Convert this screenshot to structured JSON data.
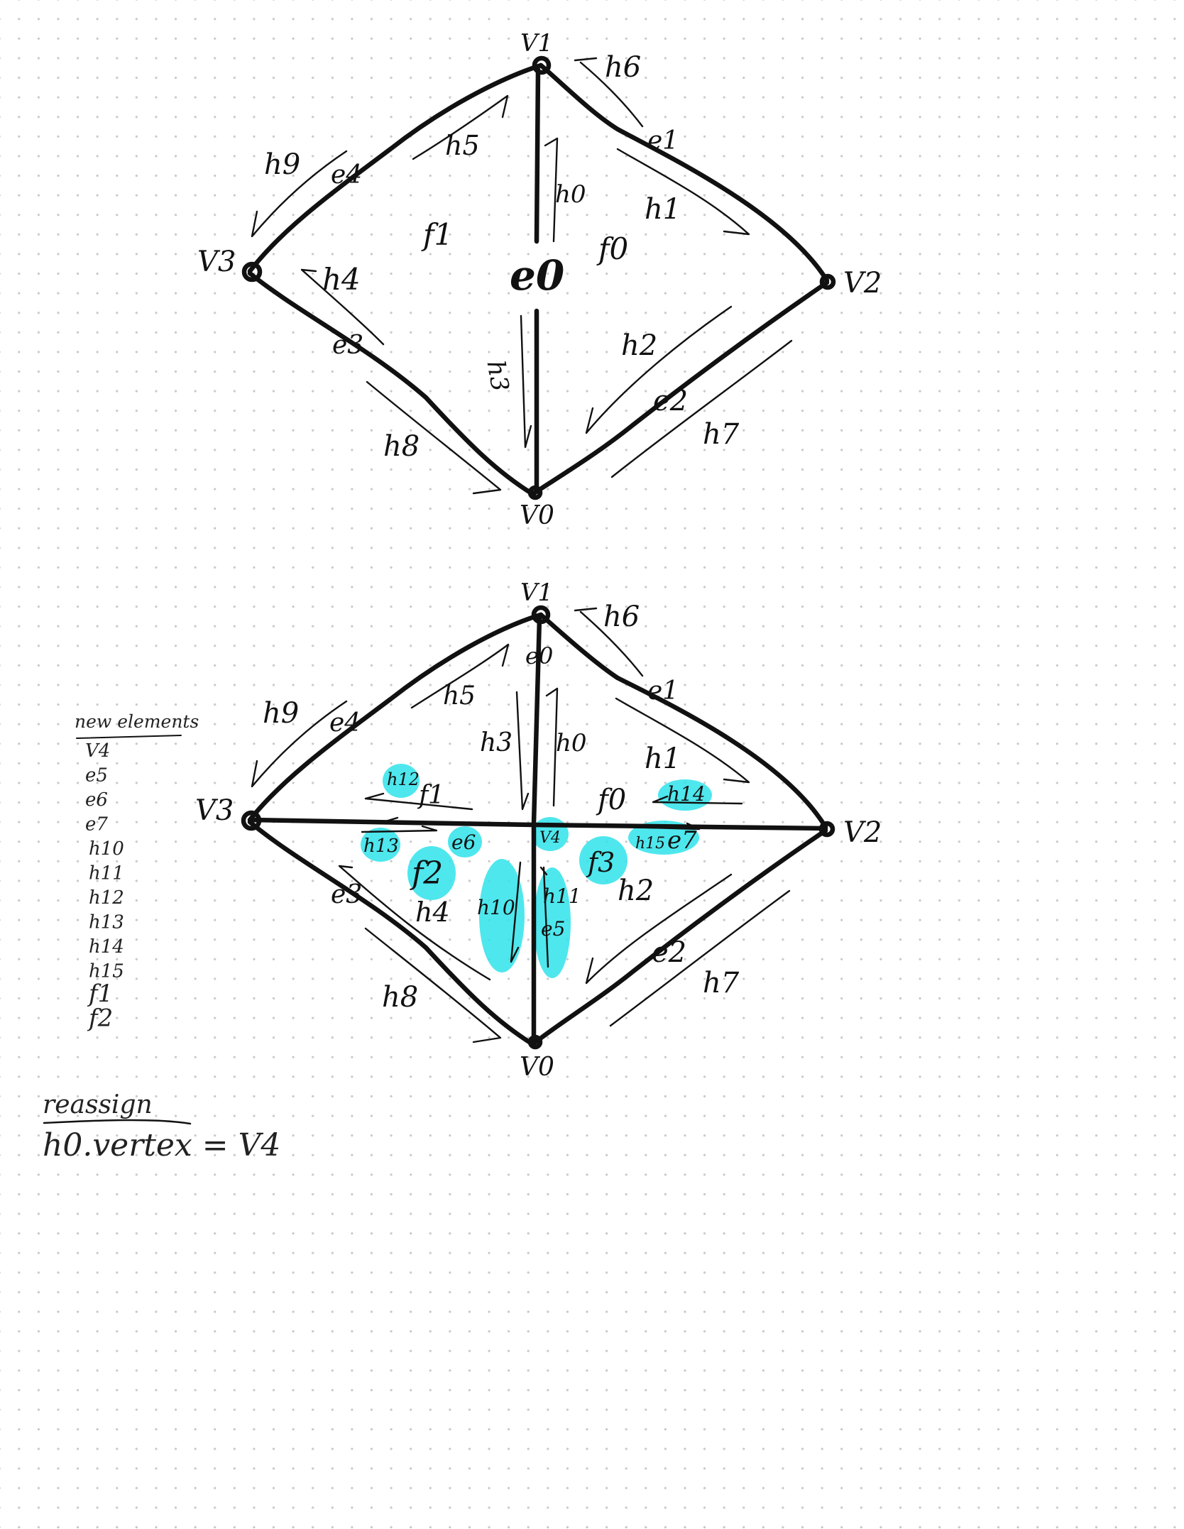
{
  "diagram_top": {
    "vertices": [
      "V1",
      "V2",
      "V3",
      "V0"
    ],
    "edges": [
      "e0",
      "e1",
      "e2",
      "e3",
      "e4"
    ],
    "faces": [
      "f0",
      "f1"
    ],
    "halfedges": [
      "h0",
      "h1",
      "h2",
      "h3",
      "h4",
      "h5",
      "h6",
      "h7",
      "h8",
      "h9"
    ]
  },
  "diagram_bottom": {
    "vertices": [
      "V1",
      "V2",
      "V3",
      "V0",
      "V4"
    ],
    "edges": [
      "e0",
      "e1",
      "e2",
      "e3",
      "e4",
      "e5",
      "e6",
      "e7"
    ],
    "faces": [
      "f0",
      "f1",
      "f2",
      "f3"
    ],
    "halfedges": [
      "h0",
      "h1",
      "h2",
      "h3",
      "h4",
      "h5",
      "h6",
      "h7",
      "h8",
      "h9",
      "h10",
      "h11",
      "h12",
      "h13",
      "h14",
      "h15"
    ]
  },
  "new_elements": {
    "heading": "new elements",
    "items": [
      "V4",
      "e5",
      "e6",
      "e7",
      "h10",
      "h11",
      "h12",
      "h13",
      "h14",
      "h15",
      "f1",
      "f2"
    ]
  },
  "reassign": {
    "heading": "reassign",
    "statement": "h0.vertex = V4"
  },
  "colors": {
    "ink": "#111111",
    "highlight": "#2fe3ea",
    "grid_dot": "#c9c9c9",
    "background": "#ffffff"
  }
}
